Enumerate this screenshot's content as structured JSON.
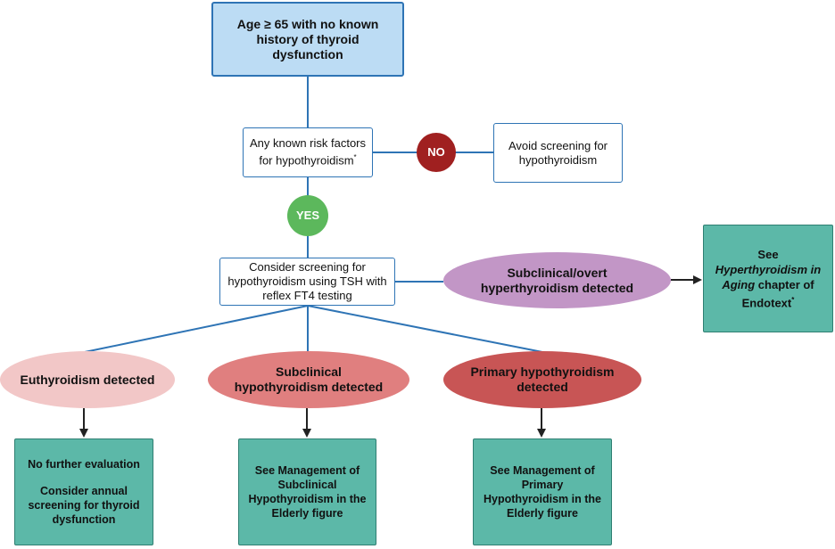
{
  "colors": {
    "line": "#2e74b5",
    "blue_fill": "#bcdcf4",
    "teal_fill": "#5cb8a8",
    "no_circle": "#a02020",
    "yes_circle": "#5cb85c",
    "hyper_fill": "#c296c6",
    "euthyroid_fill": "#f2c7c7",
    "subclinical_fill": "#e07f7f",
    "primary_fill": "#c85555",
    "arrow": "#222222"
  },
  "start": {
    "label": "Age ≥ 65 with no known history of thyroid dysfunction"
  },
  "risk": {
    "label": "Any known risk factors for hypothyroidism",
    "mark": "*"
  },
  "no": {
    "label": "NO"
  },
  "avoid": {
    "label": "Avoid screening for hypothyroidism"
  },
  "yes": {
    "label": "YES"
  },
  "screen": {
    "label": "Consider screening for hypothyroidism using TSH with reflex FT4 testing"
  },
  "hyper": {
    "label": "Subclinical/overt hyperthyroidism detected"
  },
  "see_hyper": {
    "prefix": "See",
    "title": "Hyperthyroidism in Aging",
    "suffix": "chapter of Endotext",
    "mark": "*"
  },
  "euthyroid": {
    "label": "Euthyroidism detected"
  },
  "subclinical": {
    "label": "Subclinical hypothyroidism detected"
  },
  "primary": {
    "label": "Primary hypothyroidism detected"
  },
  "outcome_euthyroid": {
    "line1": "No further evaluation",
    "line2": "Consider annual screening for thyroid dysfunction"
  },
  "outcome_subclinical": {
    "label": "See Management of Subclinical Hypothyroidism in the Elderly figure"
  },
  "outcome_primary": {
    "label": "See Management of Primary Hypothyroidism in the Elderly figure"
  }
}
